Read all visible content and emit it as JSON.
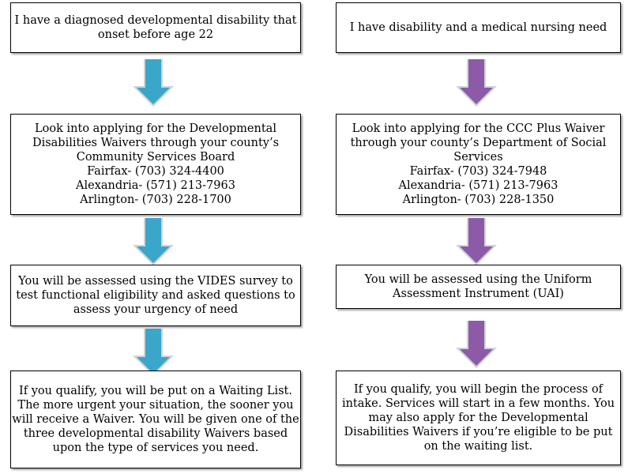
{
  "left": {
    "boxes": [
      {
        "lines": [
          "I have a diagnosed developmental disability that",
          "onset before age 22"
        ]
      },
      {
        "lines": [
          "Look into applying for the Developmental",
          "Disabilities Waivers through your county’s",
          "Community Services Board",
          "Fairfax- (703) 324-4400",
          "Alexandria- (571) 213-7963",
          "Arlington- (703) 228-1700"
        ]
      },
      {
        "lines": [
          "You will be assessed using the VIDES survey to",
          "test functional eligibility and asked questions to",
          "assess your urgency of need"
        ]
      },
      {
        "lines": [
          "If you qualify, you will be put on a Waiting List.",
          "The more urgent your situation, the sooner you",
          "will receive a Waiver.  You will be given one of the",
          "three developmental disability Waivers based",
          "upon the type of services you need."
        ]
      }
    ],
    "arrow_color": "#3aa6c9",
    "arrow_shade": "#2b86a6"
  },
  "right": {
    "boxes": [
      {
        "lines": [
          "I have disability and a medical nursing need"
        ]
      },
      {
        "lines": [
          "Look into applying for the CCC Plus Waiver",
          "through your county’s Department of Social",
          "Services",
          "Fairfax- (703) 324-7948",
          "Alexandria- (571) 213-7963",
          "Arlington- (703) 228-1350"
        ]
      },
      {
        "lines": [
          "You will be assessed using the Uniform",
          "Assessment Instrument (UAI)"
        ]
      },
      {
        "lines": [
          "If you qualify, you will begin the process of",
          "intake.  Services will start in a few months.  You",
          "may also apply for the Developmental",
          "Disabilities Waivers if you’re eligible to be put",
          "on the waiting list."
        ]
      }
    ],
    "arrow_color": "#8d5aa8",
    "arrow_shade": "#6e4187"
  }
}
